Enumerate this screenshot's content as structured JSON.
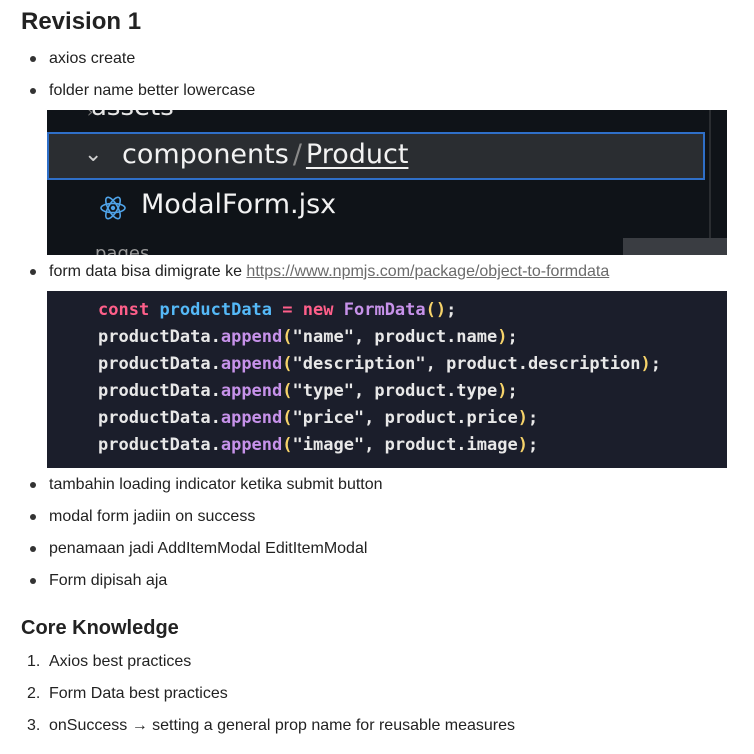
{
  "headings": {
    "revision": "Revision 1",
    "core": "Core Knowledge"
  },
  "bullets": [
    "axios create",
    "folder name better lowercase",
    "form data bisa dimigrate ke ",
    "tambahin loading indicator ketika submit button",
    "modal form jadiin on success",
    "penamaan jadi AddItemModal EditItemModal",
    "Form dipisah aja"
  ],
  "link": {
    "text": "https://www.npmjs.com/package/object-to-formdata"
  },
  "explorer": {
    "previous_folder": "assets",
    "folder_parent": "components",
    "separator": "/",
    "folder_child": "Product",
    "file": "ModalForm.jsx",
    "next_folder": "pages"
  },
  "code": {
    "decl_keyword": "const",
    "decl_var": "productData",
    "decl_eq": "=",
    "decl_new": "new",
    "decl_class": "FormData",
    "lines": [
      {
        "obj": "productData",
        "method": "append",
        "key": "\"name\"",
        "value": "product.name"
      },
      {
        "obj": "productData",
        "method": "append",
        "key": "\"description\"",
        "value": "product.description"
      },
      {
        "obj": "productData",
        "method": "append",
        "key": "\"type\"",
        "value": "product.type"
      },
      {
        "obj": "productData",
        "method": "append",
        "key": "\"price\"",
        "value": "product.price"
      },
      {
        "obj": "productData",
        "method": "append",
        "key": "\"image\"",
        "value": "product.image"
      }
    ]
  },
  "core_list": [
    {
      "n": "1.",
      "text": "Axios best practices"
    },
    {
      "n": "2.",
      "text": "Form Data best practices"
    },
    {
      "n": "3.",
      "text": "onSuccess → setting a general prop name for reusable measures"
    }
  ],
  "colors": {
    "selection_border": "#2f6fc8",
    "code_bg": "#1b1e2b",
    "keyword": "#ff5f8a",
    "variable": "#55b9f8",
    "method": "#c792ea"
  }
}
